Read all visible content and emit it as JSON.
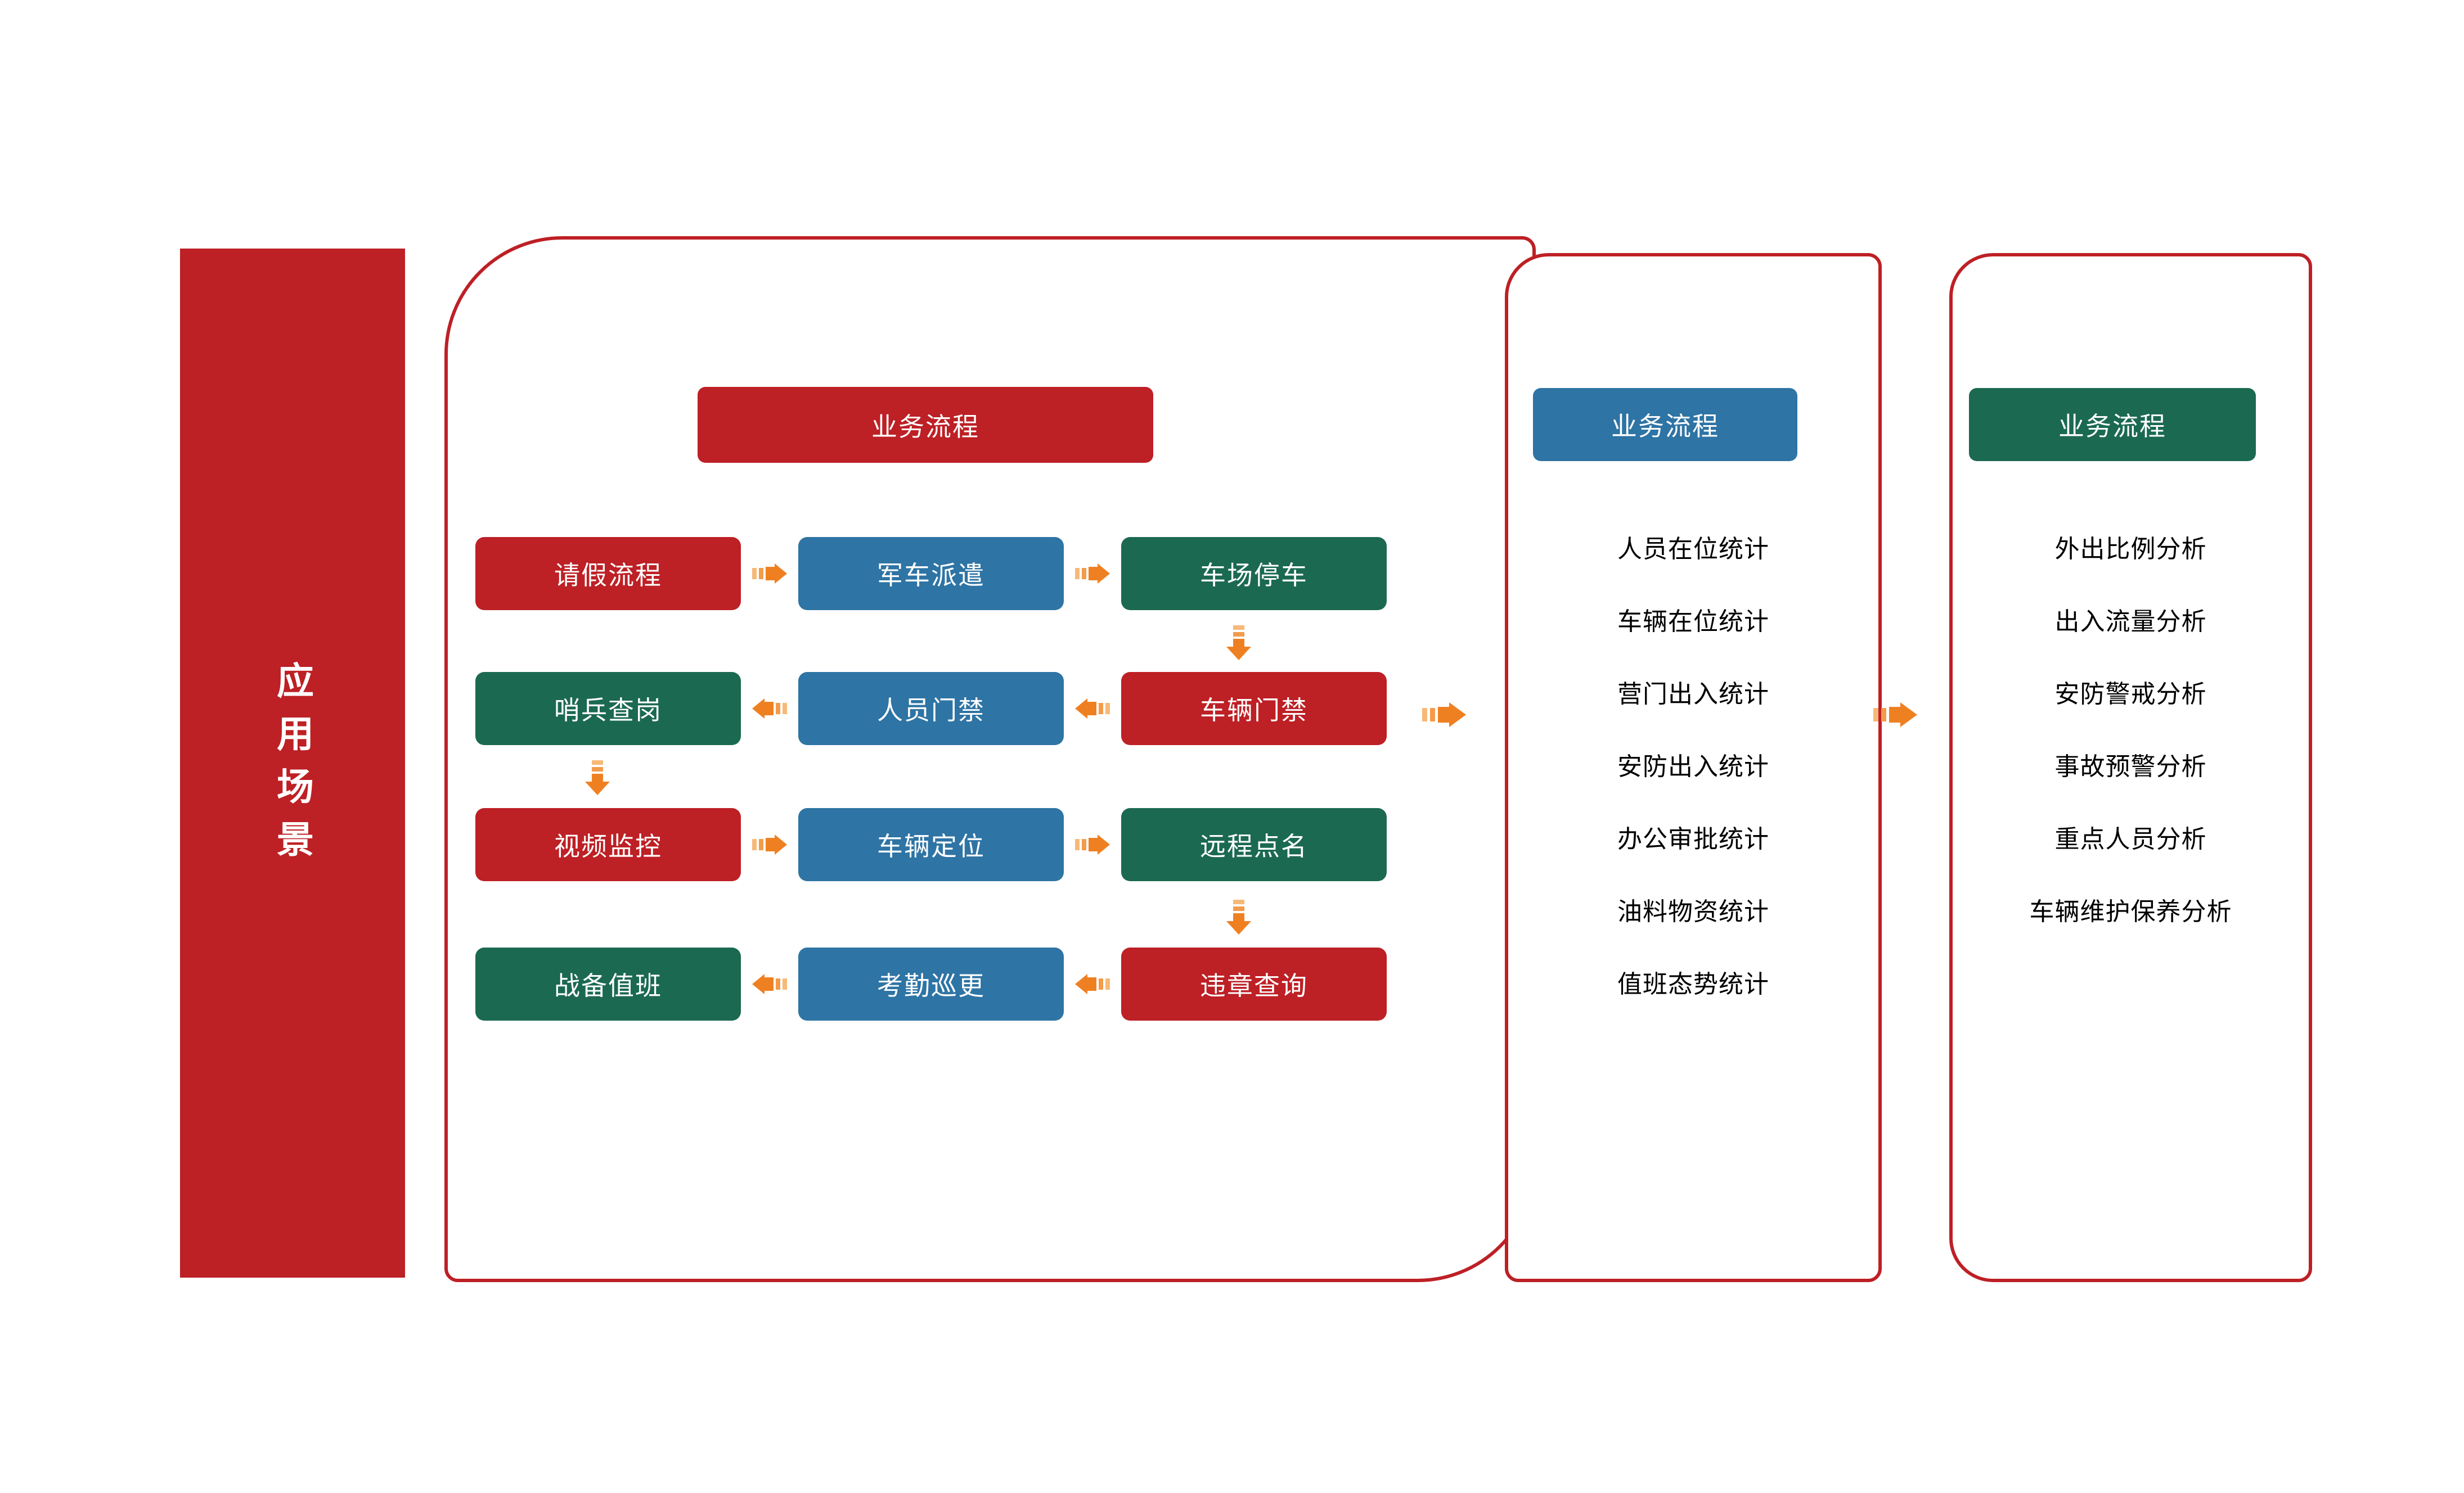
{
  "colors": {
    "red": "#bd2025",
    "blue": "#2e74a4",
    "green": "#1b6951",
    "arrow_orange": "#ef8022",
    "background": "#ffffff",
    "text_dark": "#000000",
    "text_light": "#ffffff"
  },
  "scenario_banner": {
    "label": "应用场景"
  },
  "process_panel": {
    "header": "业务流程",
    "rows": [
      {
        "direction": "right",
        "boxes": [
          {
            "label": "请假流程",
            "color": "red"
          },
          {
            "label": "军车派遣",
            "color": "blue"
          },
          {
            "label": "车场停车",
            "color": "green"
          }
        ]
      },
      {
        "direction": "left",
        "boxes": [
          {
            "label": "哨兵查岗",
            "color": "green"
          },
          {
            "label": "人员门禁",
            "color": "blue"
          },
          {
            "label": "车辆门禁",
            "color": "red"
          }
        ]
      },
      {
        "direction": "right",
        "boxes": [
          {
            "label": "视频监控",
            "color": "red"
          },
          {
            "label": "车辆定位",
            "color": "blue"
          },
          {
            "label": "远程点名",
            "color": "green"
          }
        ]
      },
      {
        "direction": "left",
        "boxes": [
          {
            "label": "战备值班",
            "color": "green"
          },
          {
            "label": "考勤巡更",
            "color": "blue"
          },
          {
            "label": "违章查询",
            "color": "red"
          }
        ]
      }
    ]
  },
  "stats_panel": {
    "header": "业务流程",
    "items": [
      "人员在位统计",
      "车辆在位统计",
      "营门出入统计",
      "安防出入统计",
      "办公审批统计",
      "油料物资统计",
      "值班态势统计"
    ]
  },
  "analysis_panel": {
    "header": "业务流程",
    "items": [
      "外出比例分析",
      "出入流量分析",
      "安防警戒分析",
      "事故预警分析",
      "重点人员分析",
      "车辆维护保养分析"
    ]
  },
  "icons": {
    "arrow_right": "arrow-right-icon",
    "arrow_left": "arrow-left-icon",
    "arrow_down": "arrow-down-icon"
  }
}
